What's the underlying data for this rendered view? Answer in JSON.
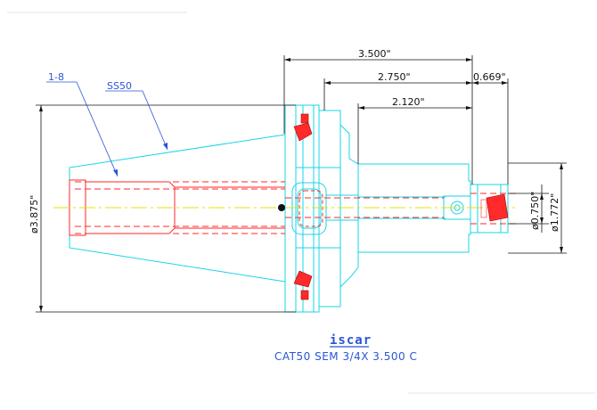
{
  "colors": {
    "cyan": "#19d5e6",
    "red": "#ff2a2a",
    "yellow": "#e3e300",
    "blue": "#2a55d8",
    "black": "#111111"
  },
  "labels": {
    "callout_1": "1-8",
    "callout_2": "SS50",
    "logo": "iscar",
    "caption": "CAT50 SEM 3/4X 3.500 C"
  },
  "dimensions": {
    "overall_length": "3.500\"",
    "length_2": "2.750\"",
    "length_3": "2.120\"",
    "tip_length": "0.669\"",
    "bore_diameter": "ø0.750\"",
    "nose_diameter": "ø1.772\"",
    "flange_diameter": "ø3.875\""
  }
}
